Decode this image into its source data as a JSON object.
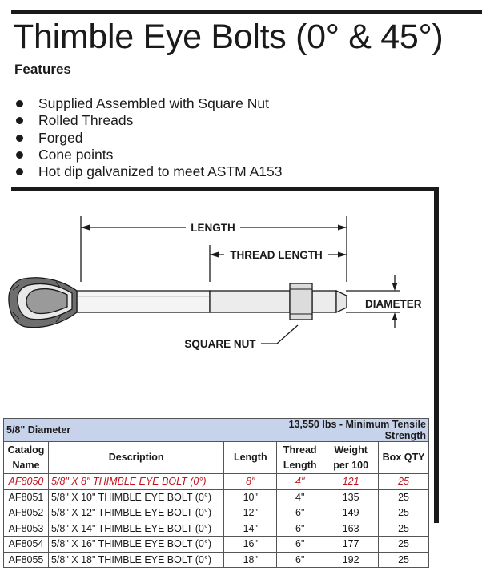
{
  "title": "Thimble Eye Bolts (0° & 45°)",
  "features": {
    "heading": "Features",
    "items": [
      "Supplied Assembled with Square Nut",
      "Rolled Threads",
      "Forged",
      "Cone points",
      "Hot dip galvanized to meet ASTM A153"
    ]
  },
  "drawing": {
    "length_label": "LENGTH",
    "thread_length_label": "THREAD LENGTH",
    "diameter_label": "DIAMETER",
    "square_nut_label": "SQUARE NUT"
  },
  "table": {
    "band_left": "5/8\" Diameter",
    "band_right": "13,550 lbs - Minimum Tensile Strength",
    "headers": {
      "catalog": [
        "Catalog",
        "Name"
      ],
      "description": "Description",
      "length": "Length",
      "thread": [
        "Thread",
        "Length"
      ],
      "weight": [
        "Weight",
        "per 100"
      ],
      "box": "Box QTY"
    },
    "rows": [
      {
        "catalog": "AF8050",
        "description": "5/8\" X 8\" THIMBLE EYE BOLT (0°)",
        "length": "8\"",
        "thread": "4\"",
        "weight": "121",
        "box": "25",
        "highlight": true
      },
      {
        "catalog": "AF8051",
        "description": "5/8\" X 10\" THIMBLE EYE BOLT (0°)",
        "length": "10\"",
        "thread": "4\"",
        "weight": "135",
        "box": "25"
      },
      {
        "catalog": "AF8052",
        "description": "5/8\" X 12\" THIMBLE EYE BOLT (0°)",
        "length": "12\"",
        "thread": "6\"",
        "weight": "149",
        "box": "25"
      },
      {
        "catalog": "AF8053",
        "description": "5/8\" X 14\" THIMBLE EYE BOLT (0°)",
        "length": "14\"",
        "thread": "6\"",
        "weight": "163",
        "box": "25"
      },
      {
        "catalog": "AF8054",
        "description": "5/8\" X 16\" THIMBLE EYE BOLT (0°)",
        "length": "16\"",
        "thread": "6\"",
        "weight": "177",
        "box": "25"
      },
      {
        "catalog": "AF8055",
        "description": "5/8\" X 18\" THIMBLE EYE BOLT (0°)",
        "length": "18\"",
        "thread": "6\"",
        "weight": "192",
        "box": "25"
      }
    ]
  },
  "colors": {
    "highlight_text": "#c0141c",
    "band_background": "#c7d3ea",
    "rule": "#1a1a1a"
  }
}
